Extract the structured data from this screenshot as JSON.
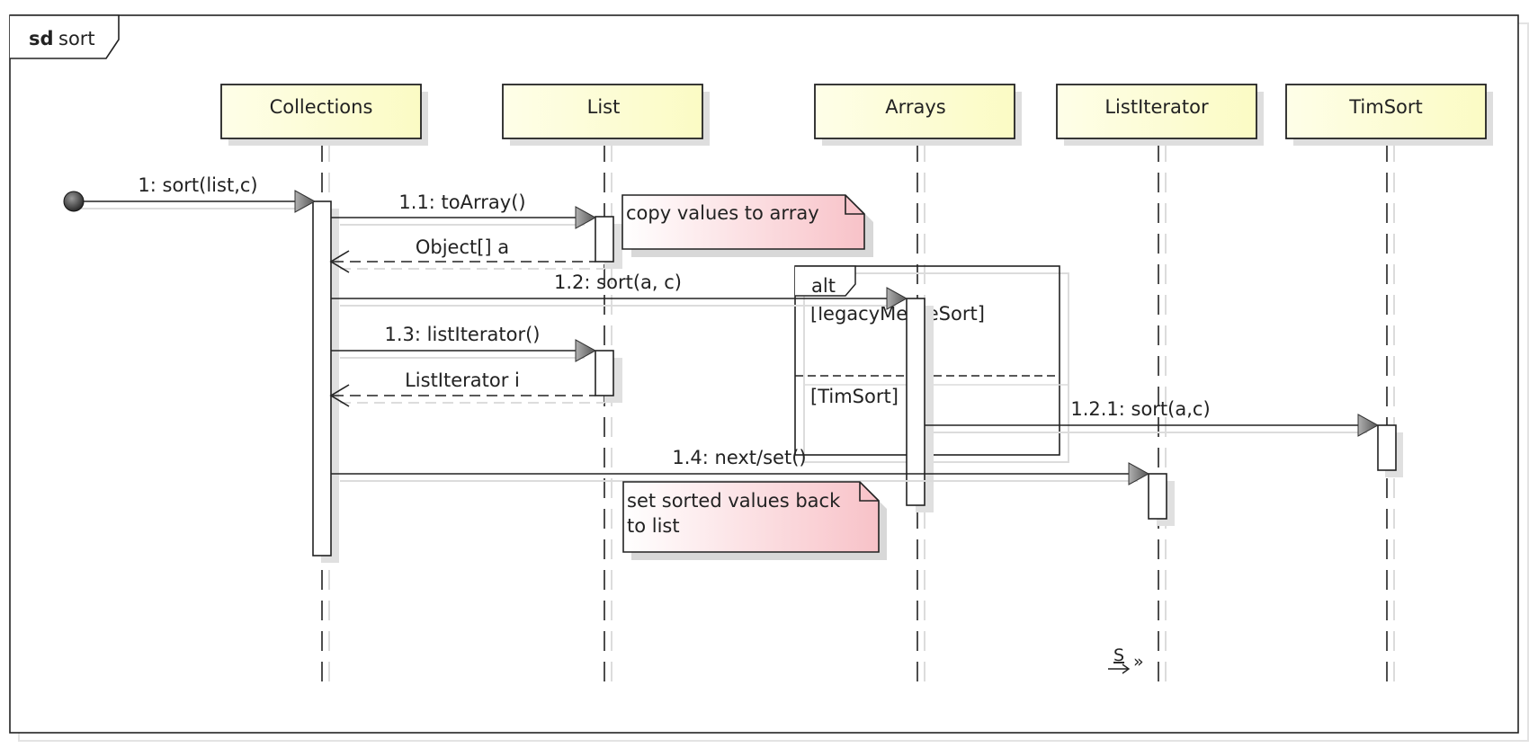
{
  "frame": {
    "keyword": "sd",
    "name": "sort"
  },
  "lifelines": [
    {
      "id": "collections",
      "name": "Collections"
    },
    {
      "id": "list",
      "name": "List"
    },
    {
      "id": "arrays",
      "name": "Arrays"
    },
    {
      "id": "listiterator",
      "name": "ListIterator"
    },
    {
      "id": "timsort",
      "name": "TimSort"
    }
  ],
  "messages": [
    {
      "id": "m1",
      "label": "1: sort(list,c)",
      "kind": "found"
    },
    {
      "id": "m1_1",
      "label": "1.1: toArray()",
      "kind": "sync"
    },
    {
      "id": "r1_1",
      "label": "Object[] a",
      "kind": "return"
    },
    {
      "id": "m1_2",
      "label": "1.2: sort(a, c)",
      "kind": "sync"
    },
    {
      "id": "m1_3",
      "label": "1.3: listIterator()",
      "kind": "sync"
    },
    {
      "id": "r1_3",
      "label": "ListIterator i",
      "kind": "return"
    },
    {
      "id": "m1_2_1",
      "label": "1.2.1: sort(a,c)",
      "kind": "sync"
    },
    {
      "id": "m1_4",
      "label": "1.4: next/set()",
      "kind": "sync"
    }
  ],
  "notes": {
    "copy": "copy values to array",
    "set_line1": "set sorted values back",
    "set_line2": "to list"
  },
  "fragment": {
    "operator": "alt",
    "guard1": "[legacyMergeSort]",
    "guard2": "[TimSort]"
  },
  "corner_mark": {
    "letter": "S",
    "suffix": "»"
  }
}
